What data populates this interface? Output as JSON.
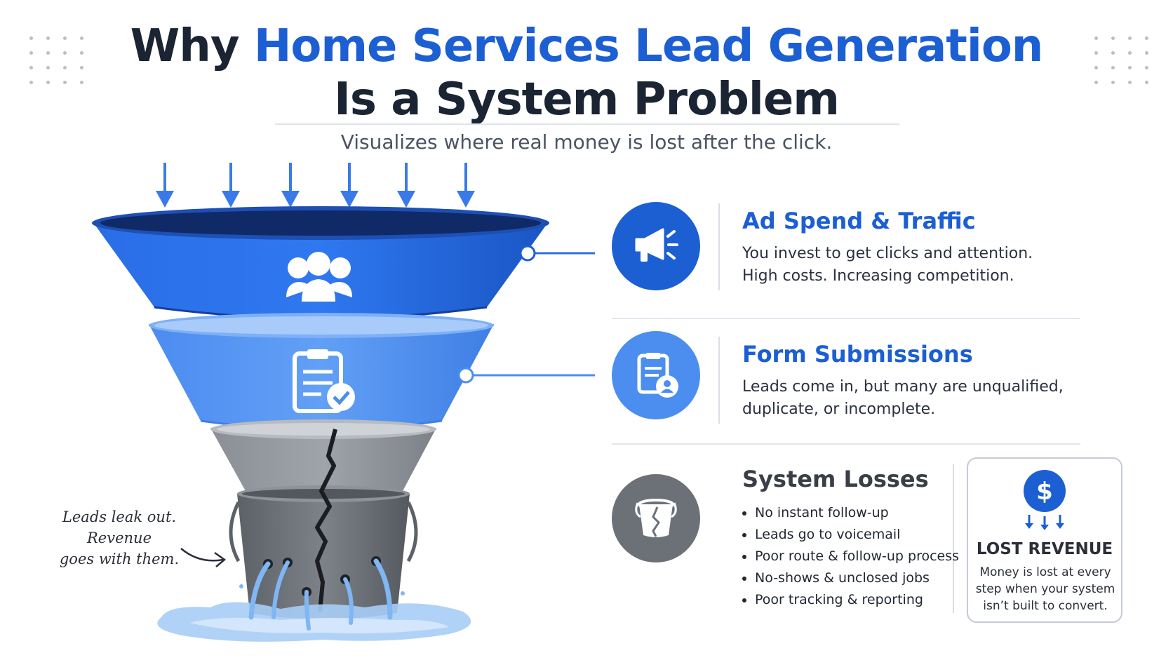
{
  "title": {
    "line1_dark": "Why ",
    "line1_blue": "Home Services Lead Generation",
    "line2": "Is a System Problem"
  },
  "subtitle": "Visualizes where real money is lost after the click.",
  "colors": {
    "brand_blue": "#1c5fd3",
    "light_blue": "#4b8ef0",
    "gray": "#6c7178",
    "water": "#8cc0f5"
  },
  "sections": [
    {
      "icon": "megaphone-icon",
      "title": "Ad Spend & Traffic",
      "lines": [
        "You invest to get clicks and attention.",
        "High costs. Increasing competition."
      ]
    },
    {
      "icon": "form-user-icon",
      "title": "Form Submissions",
      "lines": [
        "Leads come in, but many are unqualified,",
        "duplicate, or incomplete."
      ]
    },
    {
      "icon": "leaking-bucket-icon",
      "title": "System Losses",
      "bullets": [
        "No instant follow-up",
        "Leads go to voicemail",
        "Poor route & follow-up process",
        "No-shows & unclosed jobs",
        "Poor tracking & reporting"
      ]
    }
  ],
  "lost_revenue": {
    "icon": "dollar-icon",
    "title": "LOST REVENUE",
    "lines": [
      "Money is lost at every",
      "step when your system",
      "isn’t built to convert."
    ]
  },
  "leak_note": [
    "Leads leak out.",
    "Revenue",
    "goes with them."
  ]
}
